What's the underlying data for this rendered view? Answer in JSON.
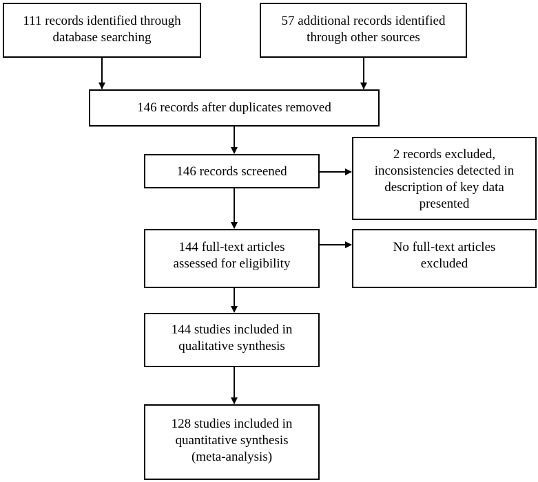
{
  "boxes": {
    "identified_database": [
      "111 records identified through",
      "database searching"
    ],
    "identified_other": [
      "57 additional records identified",
      "through other sources"
    ],
    "after_duplicates": [
      "146 records after duplicates removed"
    ],
    "screened": [
      "146 records screened"
    ],
    "excluded_screening": [
      "2 records excluded,",
      "inconsistencies detected in",
      "description of key data",
      "presented"
    ],
    "fulltext_assessed": [
      "144 full-text articles",
      "assessed for eligibility"
    ],
    "fulltext_excluded": [
      "No full-text articles",
      "excluded"
    ],
    "qualitative": [
      "144 studies included in",
      "qualitative synthesis"
    ],
    "quantitative": [
      "128 studies included in",
      "quantitative synthesis",
      "(meta-analysis)"
    ]
  }
}
